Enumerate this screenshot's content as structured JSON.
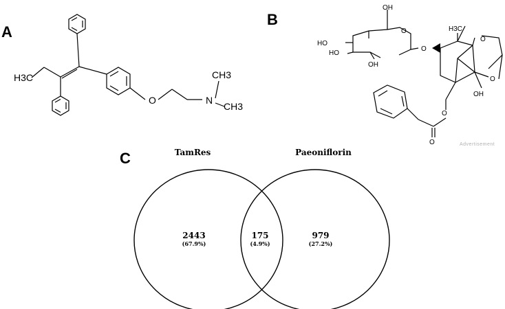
{
  "panels": {
    "a": {
      "label": "A",
      "atoms": {
        "ch3_left": "H3C",
        "n": "N",
        "ch3_top": "CH3",
        "ch3_right": "CH3",
        "o": "O"
      }
    },
    "b": {
      "label": "B",
      "atoms": {
        "oh_top": "OH",
        "ho_1": "HO",
        "ho_2": "HO",
        "oh_3": "OH",
        "o_ring": "O",
        "o_link": "O",
        "h3c": "H3C",
        "o_right_1": "O",
        "o_right_2": "O",
        "oh_bottom": "OH",
        "o_ester": "O",
        "o_carbonyl": "O"
      },
      "watermark": "Advertisement"
    },
    "c": {
      "label": "C",
      "venn": {
        "sets": [
          {
            "name": "TamRes"
          },
          {
            "name": "Paeoniflorin"
          }
        ],
        "regions": [
          {
            "count": "2443",
            "percent": "(67.9%)"
          },
          {
            "count": "175",
            "percent": "(4.9%)"
          },
          {
            "count": "979",
            "percent": "(27.2%)"
          }
        ]
      }
    }
  }
}
